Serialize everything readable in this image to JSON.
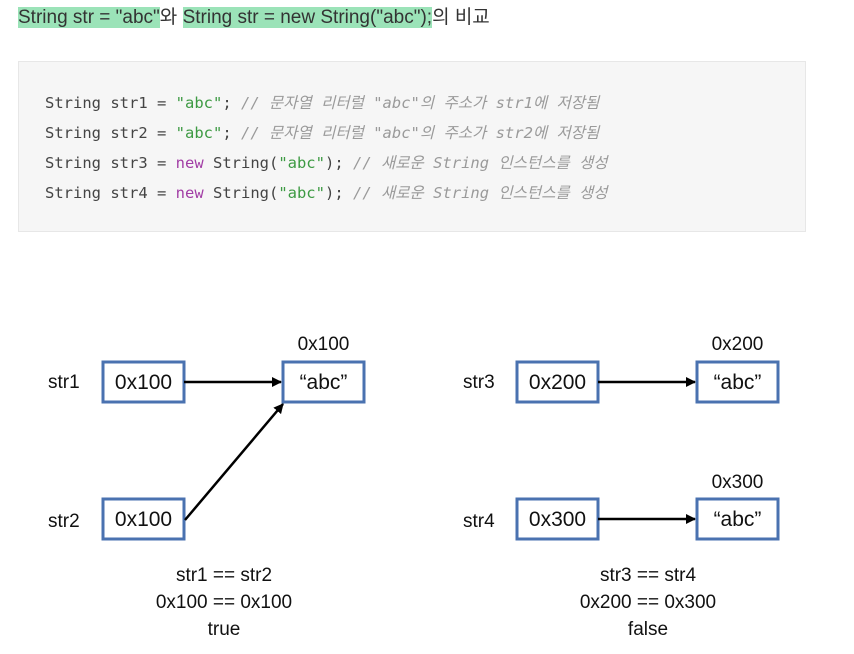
{
  "heading": {
    "part1": "String str = \"abc\"",
    "part2": "와 ",
    "part3": "String str = new String(\"abc\");",
    "part4": "의 비교"
  },
  "code": [
    {
      "pre": "String str1 = ",
      "str": "\"abc\"",
      "post": "; ",
      "comment": "// 문자열 리터럴 \"abc\"의 주소가 str1에 저장됨"
    },
    {
      "pre": "String str2 = ",
      "str": "\"abc\"",
      "post": "; ",
      "comment": "// 문자열 리터럴 \"abc\"의 주소가 str2에 저장됨"
    },
    {
      "pre": "String str3 = ",
      "kw": "new",
      "mid": " String(",
      "str": "\"abc\"",
      "post": "); ",
      "comment": "// 새로운 String 인스턴스를 생성"
    },
    {
      "pre": "String str4 = ",
      "kw": "new",
      "mid": " String(",
      "str": "\"abc\"",
      "post": "); ",
      "comment": "// 새로운 String 인스턴스를 생성"
    }
  ],
  "diagram": {
    "left": {
      "var1": "str1",
      "ref1": "0x100",
      "var2": "str2",
      "ref2": "0x100",
      "obj_addr": "0x100",
      "obj_value": "“abc”",
      "result": [
        "str1 == str2",
        "0x100 == 0x100",
        "true"
      ]
    },
    "right": {
      "var1": "str3",
      "ref1": "0x200",
      "var2": "str4",
      "ref2": "0x300",
      "obj1_addr": "0x200",
      "obj1_value": "“abc”",
      "obj2_addr": "0x300",
      "obj2_value": "“abc”",
      "result": [
        "str3 == str4",
        "0x200 == 0x300",
        "false"
      ]
    },
    "box_color": "#4a72b0"
  }
}
